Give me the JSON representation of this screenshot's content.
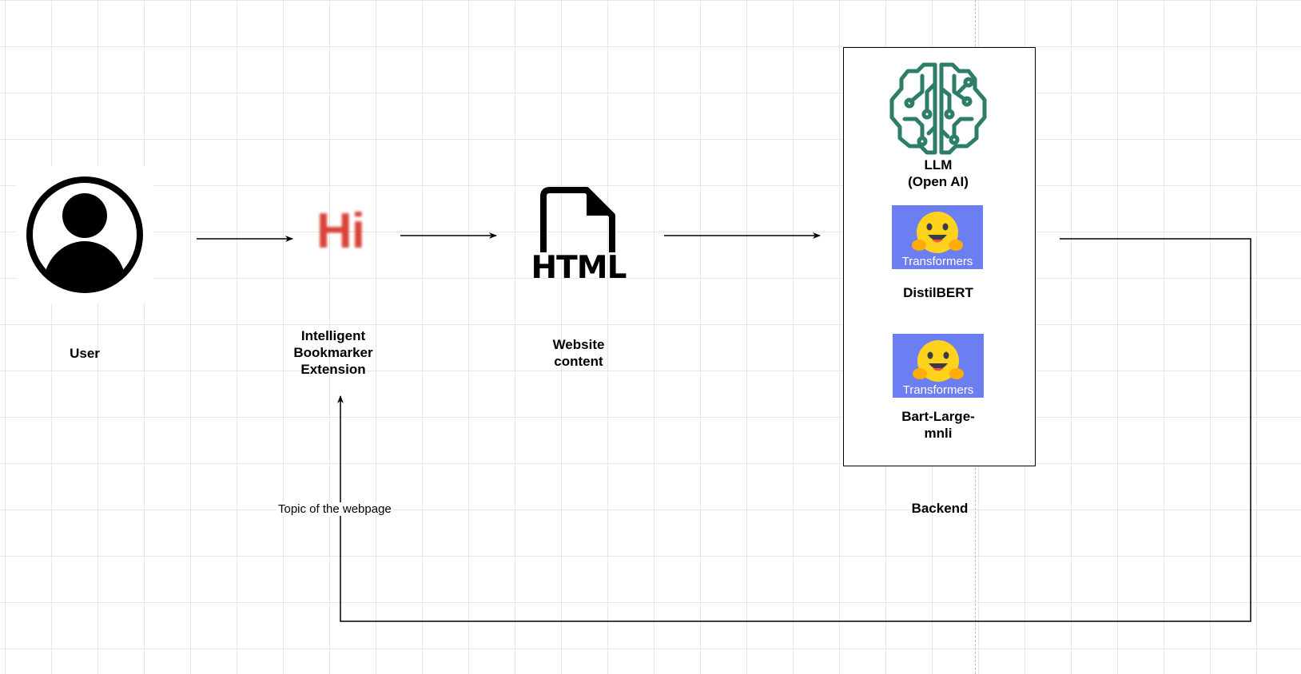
{
  "nodes": {
    "user": {
      "label": "User"
    },
    "extension": {
      "logo_text": "Hi",
      "label_lines": [
        "Intelligent",
        "Bookmarker",
        "Extension"
      ]
    },
    "html": {
      "icon_text": "HTML",
      "label_lines": [
        "Website",
        "content"
      ]
    },
    "backend": {
      "label": "Backend",
      "llm": {
        "label_lines": [
          "LLM",
          "(Open AI)"
        ]
      },
      "distilbert": {
        "badge_text": "Transformers",
        "label": "DistilBERT"
      },
      "bart": {
        "badge_text": "Transformers",
        "label_lines": [
          "Bart-Large-",
          "mnli"
        ]
      }
    }
  },
  "edges": {
    "feedback_label": "Topic of the webpage"
  },
  "colors": {
    "llm_icon": "#2e7d68",
    "hi_logo": "#d9443a",
    "hf_background": "#6c7ff2",
    "hf_face": "#ffd21e"
  }
}
